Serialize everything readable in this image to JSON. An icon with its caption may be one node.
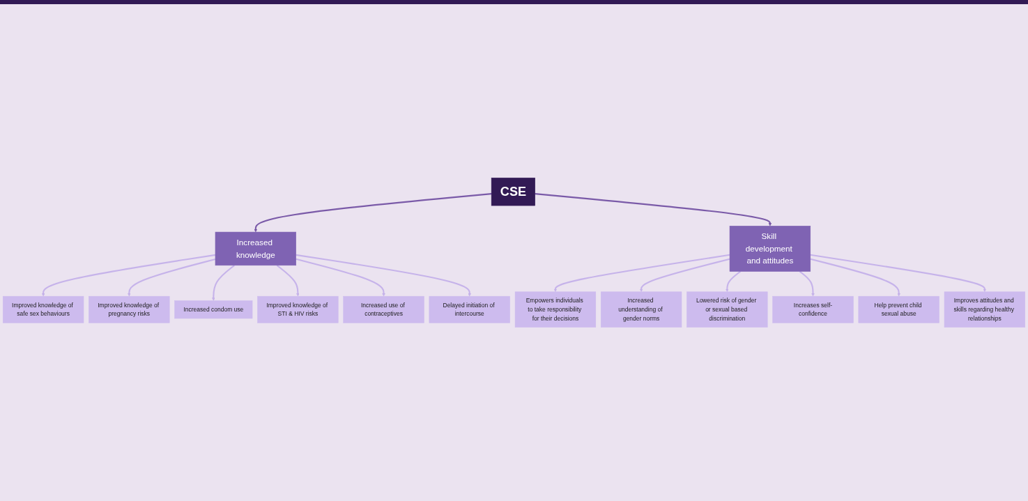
{
  "diagram": {
    "nodes": [
      {
        "text": [
          "CSE"
        ]
      },
      {
        "text": [
          "Increased knowledge"
        ]
      },
      {
        "text": [
          "Skill development and attitudes"
        ]
      },
      {
        "text": [
          "Improved knowledge of safe sex behaviours"
        ]
      },
      {
        "text": [
          "Improved knowledge of pregnancy risks"
        ]
      },
      {
        "text": [
          "Increased condom use"
        ]
      },
      {
        "text": [
          "Improved knowledge of STI & HIV risks"
        ]
      },
      {
        "text": [
          "Increased use of contraceptives"
        ]
      },
      {
        "text": [
          "Delayed initiation of intercourse"
        ]
      },
      {
        "text": [
          "Empowers individuals to take responsibility for their decisions"
        ]
      },
      {
        "text": [
          "Increased understanding of gender norms"
        ]
      },
      {
        "text": [
          "Lowered risk of gender or sexual based discrimination"
        ]
      },
      {
        "text": [
          "Increases self-confidence"
        ]
      },
      {
        "text": [
          "Help prevent child sexual abuse"
        ]
      },
      {
        "text": [
          "Improves attitudes and skills regarding healthy relationships"
        ]
      }
    ],
    "edges": [
      {
        "from": 0,
        "to": 1,
        "arrow": "to",
        "color": "#7a5aa8"
      },
      {
        "from": 0,
        "to": 2,
        "arrow": "to",
        "color": "#7a5aa8"
      },
      {
        "from": 1,
        "to": 3,
        "arrow": "to"
      },
      {
        "from": 1,
        "to": 4,
        "arrow": "to"
      },
      {
        "from": 1,
        "to": 5,
        "arrow": "to"
      },
      {
        "from": 1,
        "to": 6,
        "arrow": "to"
      },
      {
        "from": 1,
        "to": 7,
        "arrow": "to"
      },
      {
        "from": 1,
        "to": 8,
        "arrow": "to"
      },
      {
        "from": 2,
        "to": 9,
        "arrow": "to"
      },
      {
        "from": 2,
        "to": 10,
        "arrow": "to"
      },
      {
        "from": 2,
        "to": 11,
        "arrow": "to"
      },
      {
        "from": 2,
        "to": 12,
        "arrow": "to"
      },
      {
        "from": 2,
        "to": 13,
        "arrow": "to"
      },
      {
        "from": 2,
        "to": 14,
        "arrow": "to"
      }
    ]
  }
}
